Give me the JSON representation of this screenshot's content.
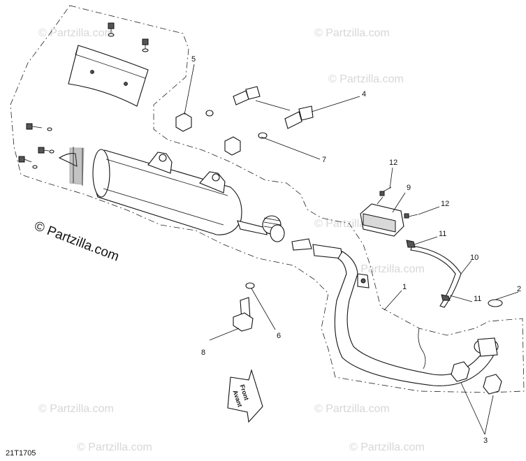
{
  "diagram_code": "21T1705",
  "brand_text": "© Partzilla.com",
  "watermark_text": "© Partzilla.com",
  "direction_arrow": {
    "line1": "Front",
    "line2": "Avant"
  },
  "callouts": [
    {
      "id": "c1",
      "label": "1"
    },
    {
      "id": "c2",
      "label": "2"
    },
    {
      "id": "c3",
      "label": "3"
    },
    {
      "id": "c4",
      "label": "4"
    },
    {
      "id": "c5",
      "label": "5"
    },
    {
      "id": "c6",
      "label": "6"
    },
    {
      "id": "c7",
      "label": "7"
    },
    {
      "id": "c8",
      "label": "8"
    },
    {
      "id": "c9",
      "label": "9"
    },
    {
      "id": "c10",
      "label": "10"
    },
    {
      "id": "c11a",
      "label": "11"
    },
    {
      "id": "c11b",
      "label": "11"
    },
    {
      "id": "c12a",
      "label": "12"
    },
    {
      "id": "c12b",
      "label": "12"
    }
  ]
}
